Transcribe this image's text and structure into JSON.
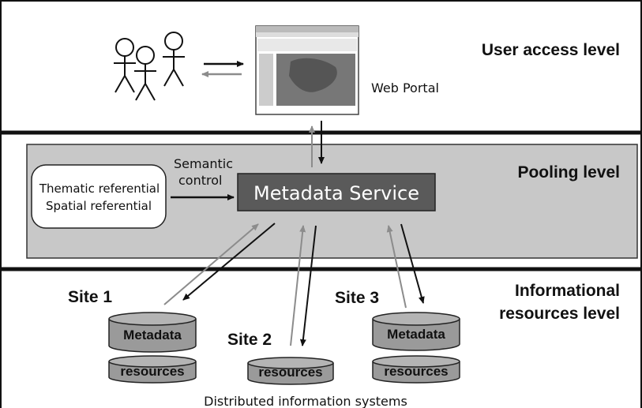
{
  "levels": {
    "user_access": "User access level",
    "pooling": "Pooling level",
    "informational_line1": "Informational",
    "informational_line2": "resources level"
  },
  "web_portal": "Web Portal",
  "semantic_control_line1": "Semantic",
  "semantic_control_line2": "control",
  "metadata_service": "Metadata Service",
  "referential": {
    "line1": "Thematic referential",
    "line2": "Spatial referential"
  },
  "sites": [
    {
      "label": "Site 1",
      "metadata": "Metadata",
      "resources": "resources"
    },
    {
      "label": "Site 2",
      "resources": "resources"
    },
    {
      "label": "Site 3",
      "metadata": "Metadata",
      "resources": "resources"
    }
  ],
  "footer": "Distributed information systems",
  "colors": {
    "band": "#c8c8c8",
    "service_box": "#5a5a5a",
    "cylinder": "#9a9a9a",
    "arrow_gray": "#8c8c8c"
  }
}
